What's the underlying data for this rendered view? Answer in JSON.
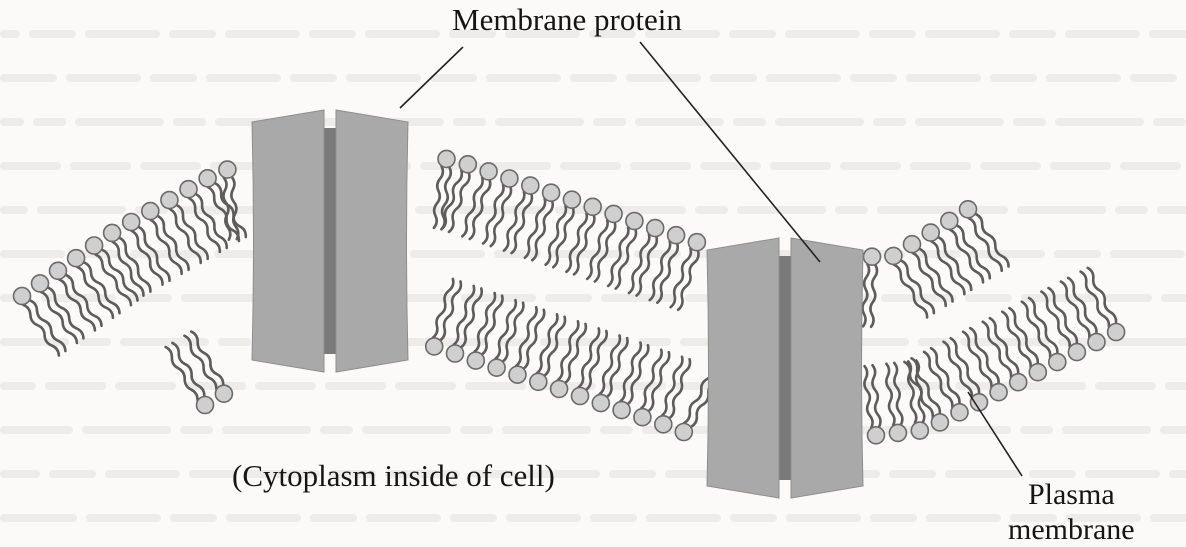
{
  "labels": {
    "membrane_protein": "Membrane protein",
    "cytoplasm": "(Cytoplasm inside of cell)",
    "plasma_line1": "Plasma",
    "plasma_line2": "membrane"
  },
  "colors": {
    "background": "#fbfaf8",
    "protein_light": "#a9a9a9",
    "protein_dark": "#7a7a7a",
    "head_fill": "#cfcfcf",
    "head_stroke": "#6a6a6a",
    "tail": "#5c5c5c",
    "leader_line": "#222222",
    "text": "#151515"
  }
}
